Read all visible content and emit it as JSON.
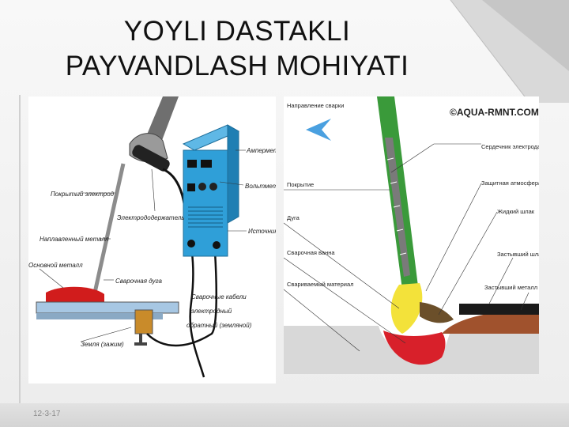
{
  "title": {
    "line1": "YOYLI DASTAKLI",
    "line2": "PAYVANDLASH MOHIYATI"
  },
  "footer": {
    "date": "12-3-17"
  },
  "left_diagram": {
    "labels": {
      "ampmeter": "Амперметр",
      "voltmeter": "Вольтметр",
      "power_source": "Источник питания",
      "electrode_holder": "Электрододержатель",
      "coated_electrode": "Покрытый электрод",
      "filler_metal": "Наплавленный металл",
      "base_metal": "Основной металл",
      "welding_arc": "Сварочная дуга",
      "welding_cables": "Сварочные кабели",
      "cable_electrode": "электродный",
      "cable_return": "обратный (земляной)",
      "ground_clamp": "Земля (зажим)"
    }
  },
  "right_diagram": {
    "watermark": "©AQUA-RMNT.COM",
    "labels": {
      "direction": "Направление сварки",
      "core": "Сердечник электрода",
      "atmosphere": "Защитная атмосфера",
      "coating": "Покрытие",
      "arc": "Дуга",
      "liquid_slag": "Жидкий шлак",
      "solid_slag": "Застывший шлак",
      "pool": "Сварочная ванна",
      "solid_metal": "Застывший металл",
      "base": "Свариваемый материал"
    }
  },
  "colors": {
    "machine": "#2f9fd8",
    "electrode_green": "#3a9a3a",
    "pool_red": "#d8202a",
    "arc_yellow": "#f3e23a",
    "metal_brown": "#a0522d"
  }
}
